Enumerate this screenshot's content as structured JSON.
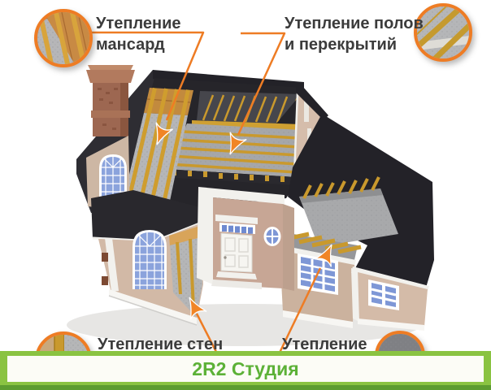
{
  "illustration": {
    "subject": "house-insulation-cutaway",
    "insets": {
      "top_left": "mansard-rafter-insulation-closeup",
      "top_right": "floor-joist-insulation-closeup",
      "bottom_left": "wall-stud-insulation-closeup",
      "bottom_right": "gray-slab-closeup"
    }
  },
  "callouts": {
    "mansard": {
      "line1": "Утепление",
      "line2": "мансард"
    },
    "floors": {
      "line1": "Утепление полов",
      "line2": "и перекрытий"
    },
    "walls": {
      "line1": "Утепление стен"
    },
    "bottom_right": {
      "line1": "Утепление"
    }
  },
  "banner": {
    "text": "2R2 Студия"
  },
  "colors": {
    "callout_orange": "#ee7c24",
    "label_text": "#3c3c3c",
    "banner_green": "#8ac342",
    "banner_text_green": "#5cb137",
    "roof_dark": "#27262b",
    "wall_beige": "#cdb49f",
    "wood_gold": "#c9992d",
    "insulation_gray": "#b4b5b7",
    "window_blue": "#7e97d6"
  }
}
